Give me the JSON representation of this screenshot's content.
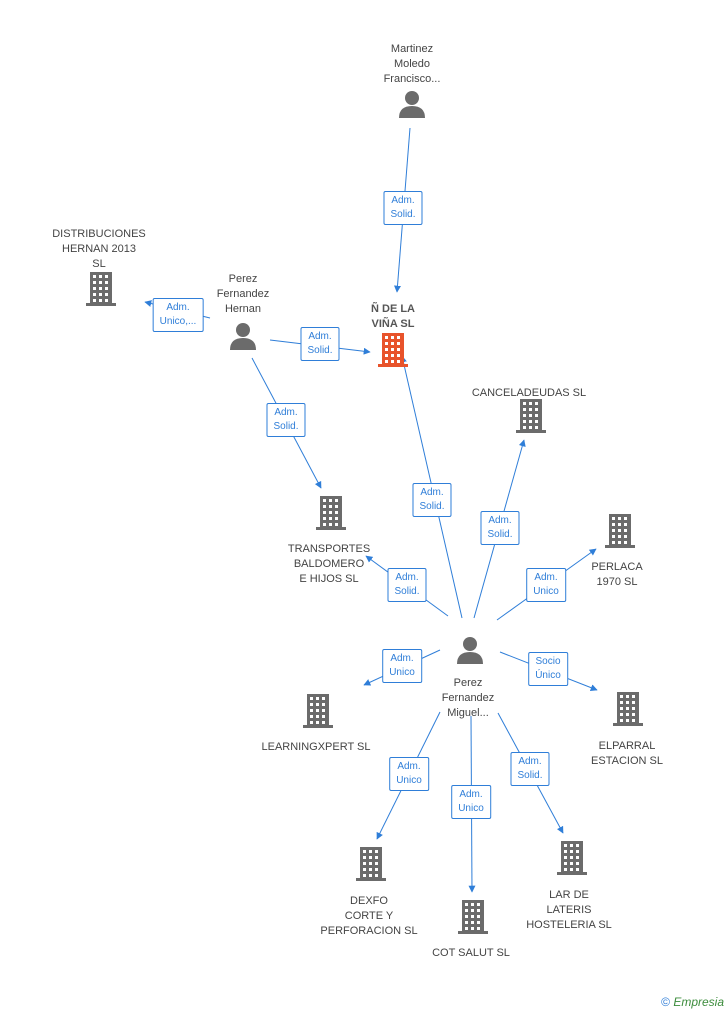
{
  "colors": {
    "edge": "#2f7ed8",
    "company": "#6b6b6b",
    "main_company": "#e8532b",
    "person": "#6b6b6b"
  },
  "nodes": [
    {
      "id": "main",
      "type": "company",
      "label": "Ñ DE LA\nVIÑA SL",
      "main": true
    },
    {
      "id": "martinez",
      "type": "person",
      "label": "Martinez\nMoledo\nFrancisco..."
    },
    {
      "id": "pf_hernan",
      "type": "person",
      "label": "Perez\nFernandez\nHernan"
    },
    {
      "id": "distribuciones",
      "type": "company",
      "label": "DISTRIBUCIONES\nHERNAN 2013\nSL"
    },
    {
      "id": "transportes",
      "type": "company",
      "label": "TRANSPORTES\nBALDOMERO\nE HIJOS SL"
    },
    {
      "id": "canceladeudas",
      "type": "company",
      "label": "CANCELADEUDAS SL"
    },
    {
      "id": "perlaca",
      "type": "company",
      "label": "PERLACA\n1970 SL"
    },
    {
      "id": "pf_miguel",
      "type": "person",
      "label": "Perez\nFernandez\nMiguel..."
    },
    {
      "id": "learningxpert",
      "type": "company",
      "label": "LEARNINGXPERT SL"
    },
    {
      "id": "elparral",
      "type": "company",
      "label": "ELPARRAL\nESTACION SL"
    },
    {
      "id": "dexfo",
      "type": "company",
      "label": "DEXFO\nCORTE Y\nPERFORACION SL"
    },
    {
      "id": "cotsalut",
      "type": "company",
      "label": "COT SALUT SL"
    },
    {
      "id": "lar",
      "type": "company",
      "label": "LAR DE\nLATERIS\nHOSTELERIA  SL"
    }
  ],
  "edges": [
    {
      "from": "martinez",
      "to": "main",
      "label": "Adm.\nSolid."
    },
    {
      "from": "pf_hernan",
      "to": "main",
      "label": "Adm.\nSolid."
    },
    {
      "from": "pf_hernan",
      "to": "distribuciones",
      "label": "Adm.\nUnico,..."
    },
    {
      "from": "pf_hernan",
      "to": "transportes",
      "label": "Adm.\nSolid."
    },
    {
      "from": "pf_miguel",
      "to": "main",
      "label": "Adm.\nSolid."
    },
    {
      "from": "pf_miguel",
      "to": "canceladeudas",
      "label": "Adm.\nSolid."
    },
    {
      "from": "pf_miguel",
      "to": "perlaca",
      "label": "Adm.\nUnico"
    },
    {
      "from": "pf_miguel",
      "to": "transportes",
      "label": "Adm.\nSolid."
    },
    {
      "from": "pf_miguel",
      "to": "learningxpert",
      "label": "Adm.\nUnico"
    },
    {
      "from": "pf_miguel",
      "to": "elparral",
      "label": "Socio\nÚnico"
    },
    {
      "from": "pf_miguel",
      "to": "dexfo",
      "label": "Adm.\nUnico"
    },
    {
      "from": "pf_miguel",
      "to": "cotsalut",
      "label": "Adm.\nUnico"
    },
    {
      "from": "pf_miguel",
      "to": "lar",
      "label": "Adm.\nSolid."
    }
  ],
  "copyright": {
    "symbol": "©",
    "brand": "Empresia"
  }
}
